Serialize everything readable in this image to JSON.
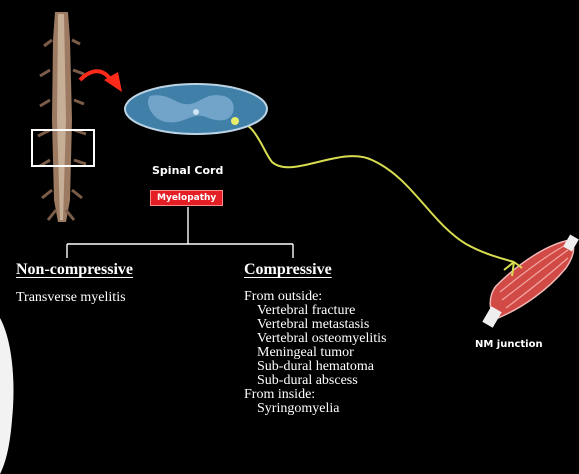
{
  "labels": {
    "spinal_cord": "Spinal Cord",
    "myelopathy": "Myelopathy",
    "nm_junction": "NM junction"
  },
  "non_compressive": {
    "heading": "Non-compressive",
    "items": [
      "Transverse myelitis"
    ]
  },
  "compressive": {
    "heading": "Compressive",
    "outside_label": "From outside:",
    "outside_items": [
      "Vertebral fracture",
      "Vertebral metastasis",
      "Vertebral osteomyelitis",
      "Meningeal tumor",
      "Sub-dural hematoma",
      "Sub-dural abscess"
    ],
    "inside_label": "From inside:",
    "inside_items": [
      "Syringomyelia"
    ]
  },
  "colors": {
    "background": "#000000",
    "badge": "#e31e24",
    "nerve": "#d8dc50",
    "arrow": "#ff2a1a",
    "cord": "#3f7fa8"
  }
}
